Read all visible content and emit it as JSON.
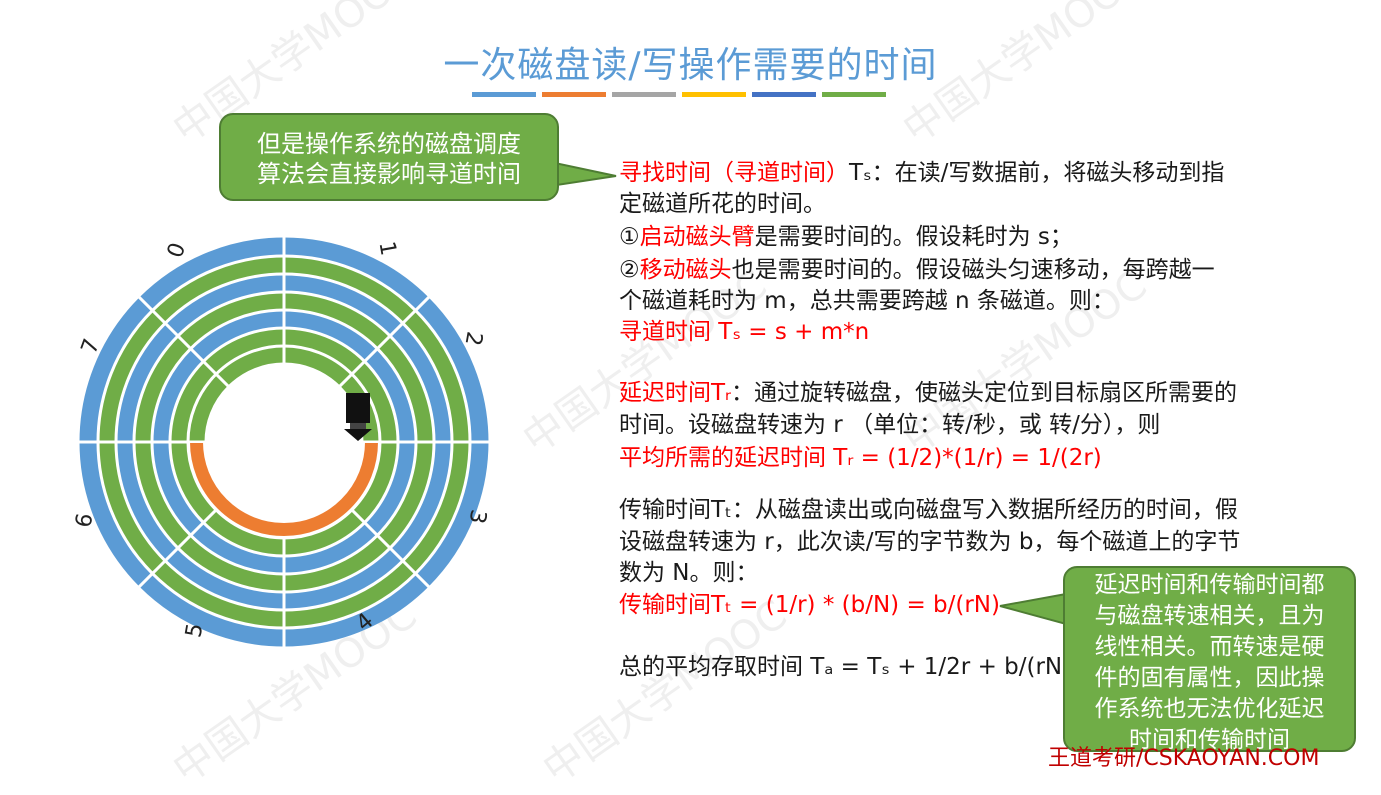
{
  "title": "一次磁盘读/写操作需要的时间",
  "underline_colors": [
    "#5b9bd5",
    "#ed7d31",
    "#a5a5a5",
    "#ffc000",
    "#4472c4",
    "#70ad47"
  ],
  "callout_top": [
    "但是操作系统的磁盘调度",
    "算法会直接影响寻道时间"
  ],
  "callout_bottom": [
    "延迟时间和传输时间都",
    "与磁盘转速相关，且为",
    "线性相关。而转速是硬",
    "件的固有属性，因此操",
    "作系统也无法优化延迟",
    "时间和传输时间"
  ],
  "seek": {
    "line1_red": "寻找时间（寻道时间）",
    "line1_rest": "Tₛ：在读/写数据前，将磁头移动到指",
    "line2": "定磁道所花的时间。",
    "line3_prefix": "①",
    "line3_red": "启动磁头臂",
    "line3_rest": "是需要时间的。假设耗时为 s；",
    "line4_prefix": "②",
    "line4_red": "移动磁头",
    "line4_rest": "也是需要时间的。假设磁头匀速移动，每跨越一",
    "line5": "个磁道耗时为 m，总共需要跨越 n 条磁道。则：",
    "formula": "寻道时间 Tₛ = s + m*n"
  },
  "latency": {
    "line1_red": "延迟时间Tᵣ",
    "line1_rest": "：通过旋转磁盘，使磁头定位到目标扇区所需要的",
    "line2": "时间。设磁盘转速为 r （单位：转/秒，或 转/分），则",
    "formula": "平均所需的延迟时间 Tᵣ = (1/2)*(1/r) = 1/(2r)"
  },
  "transfer": {
    "line1": "传输时间Tₜ：从磁盘读出或向磁盘写入数据所经历的时间，假",
    "line2": "设磁盘转速为 r，此次读/写的字节数为 b，每个磁道上的字节",
    "line3": "数为 N。则：",
    "formula": "传输时间Tₜ = (1/r) * (b/N) = b/(rN)"
  },
  "total": "总的平均存取时间 Tₐ = Tₛ + 1/2r + b/(rN)",
  "sector_labels": [
    "0",
    "1",
    "2",
    "3",
    "4",
    "5",
    "6",
    "7"
  ],
  "brand": "王道考研/CSKAOYAN.COM",
  "watermark": "中国大学MOOC"
}
